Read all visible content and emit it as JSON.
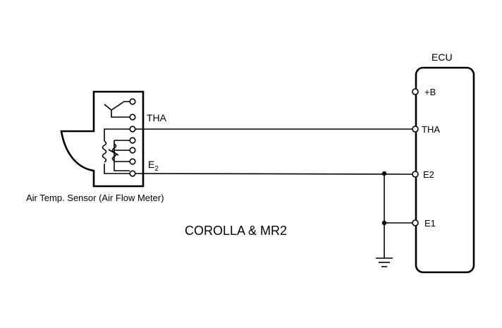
{
  "ecu": {
    "title": "ECU",
    "terminals": [
      "+B",
      "THA",
      "E2",
      "E1"
    ]
  },
  "sensor": {
    "terminal_tha": "THA",
    "terminal_e2_main": "E",
    "terminal_e2_sub": "2",
    "caption": "Air Temp. Sensor (Air Flow Meter)"
  },
  "diagram_caption": "COROLLA & MR2"
}
